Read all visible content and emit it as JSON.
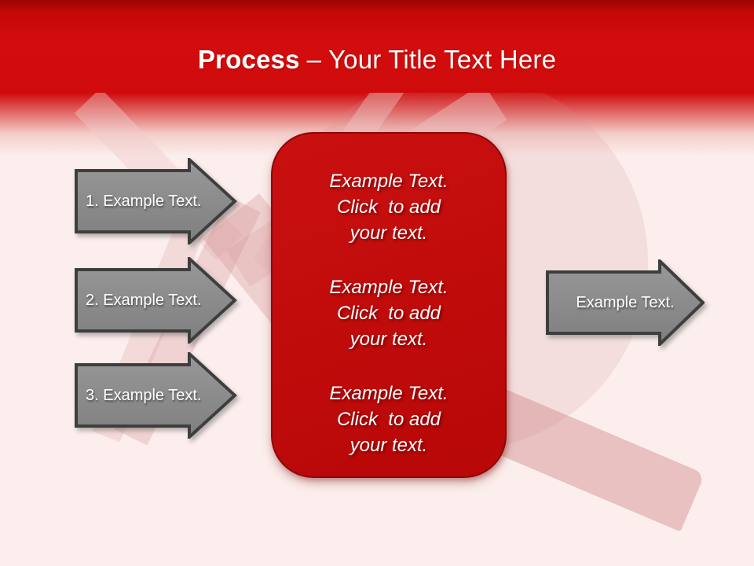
{
  "slide": {
    "title": {
      "bold": "Process",
      "rest": "– Your Title Text Here"
    }
  },
  "left_arrows": [
    {
      "label": "1. Example Text."
    },
    {
      "label": "2. Example Text."
    },
    {
      "label": "3. Example Text."
    }
  ],
  "content_box": {
    "paragraphs": [
      "Example Text.\nClick  to add\nyour text.",
      "Example Text.\nClick  to add\nyour text.",
      "Example Text.\nClick  to add\nyour text."
    ]
  },
  "right_arrow": {
    "label": "Example Text."
  },
  "colors": {
    "header_red": "#D20C0C",
    "box_red": "#C00B0B",
    "box_border": "#8E0707",
    "arrow_gray": "#8C8C8C",
    "arrow_border": "#3E3E3E",
    "background": "#FBEEEC",
    "watermark_pink": "#EBC8C8",
    "text_white": "#FFFFFF"
  }
}
